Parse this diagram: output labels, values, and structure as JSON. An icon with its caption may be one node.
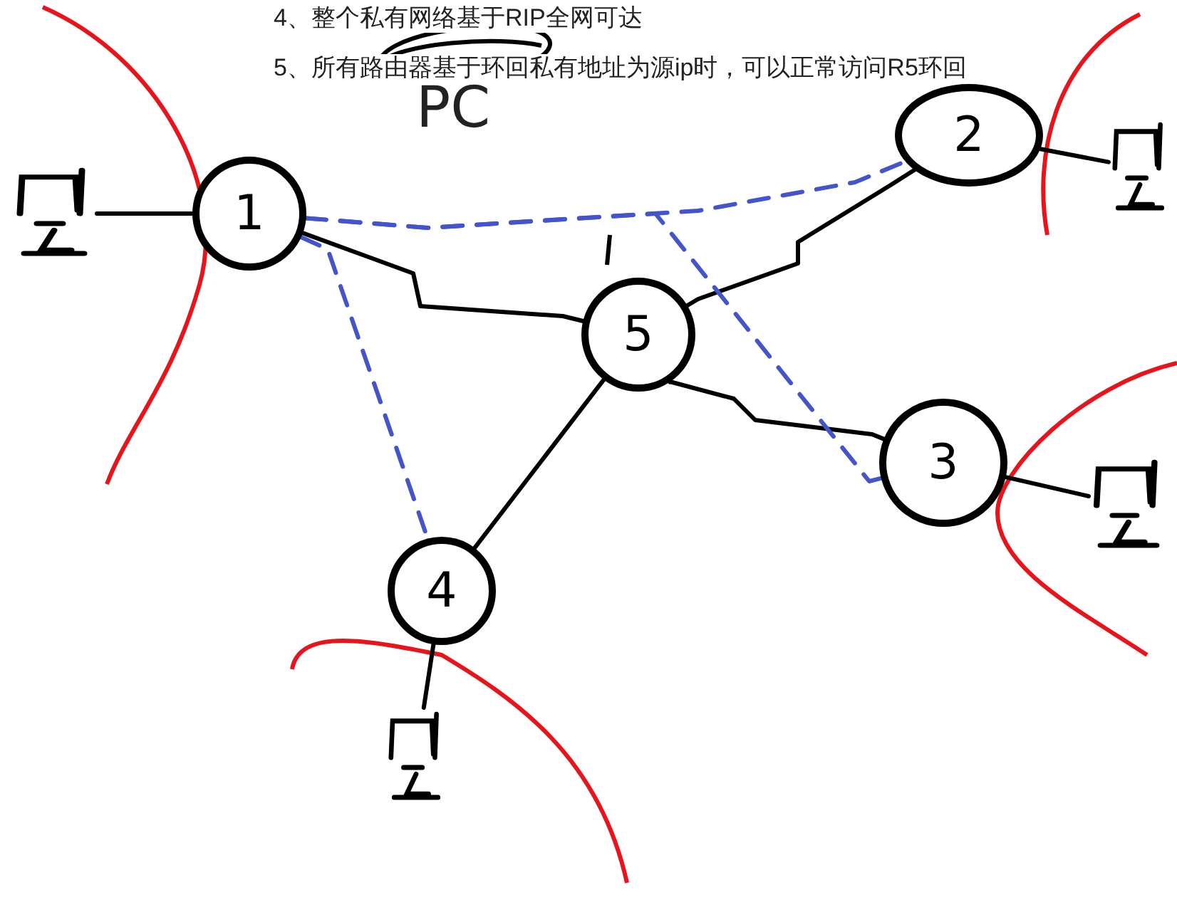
{
  "diagram": {
    "nodes": [
      {
        "text": [
          "1"
        ]
      },
      {
        "text": [
          "2"
        ]
      },
      {
        "text": [
          "3"
        ]
      },
      {
        "text": [
          "4"
        ]
      },
      {
        "text": [
          "5"
        ]
      },
      {
        "text": [],
        "shape": "computer"
      },
      {
        "text": [],
        "shape": "computer"
      },
      {
        "text": [],
        "shape": "computer"
      },
      {
        "text": [],
        "shape": "computer"
      }
    ],
    "edges": [
      {
        "from": 0,
        "to": 4,
        "arrow": "none"
      },
      {
        "from": 4,
        "to": 1,
        "arrow": "none"
      },
      {
        "from": 4,
        "to": 2,
        "arrow": "none"
      },
      {
        "from": 4,
        "to": 3,
        "arrow": "none"
      },
      {
        "from": 5,
        "to": 0,
        "arrow": "none"
      },
      {
        "from": 1,
        "to": 6,
        "arrow": "none"
      },
      {
        "from": 2,
        "to": 7,
        "arrow": "none"
      },
      {
        "from": 3,
        "to": 8,
        "arrow": "none"
      },
      {
        "from": 0,
        "to": 1,
        "arrow": "none",
        "style": "dashed",
        "color": "#4455cc"
      },
      {
        "from": 0,
        "to": 2,
        "arrow": "none",
        "style": "dashed",
        "color": "#4455cc"
      },
      {
        "from": 0,
        "to": 3,
        "arrow": "none",
        "style": "dashed",
        "color": "#4455cc"
      }
    ],
    "labels": [
      "4、整个私有网络基于RIP全网可达",
      "5、所有路由器基于环回私有地址为源ip时，可以正常访问R5环回",
      "PC"
    ]
  }
}
